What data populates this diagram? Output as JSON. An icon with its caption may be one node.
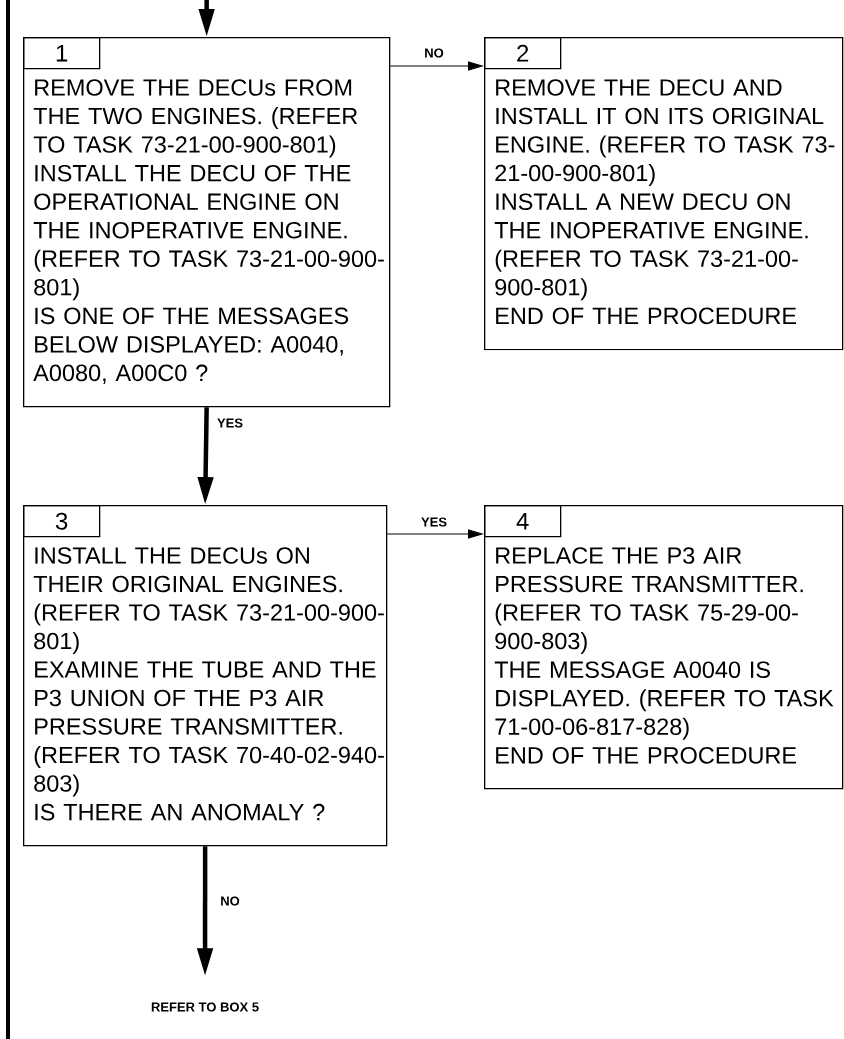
{
  "diagram": {
    "nodes": [
      {
        "text": [
          "REMOVE THE DECUs FROM THE TWO ENGINES. (REFER TO TASK 73-21-00-900-801)",
          "INSTALL THE DECU OF THE OPERATIONAL ENGINE ON THE INOPERATIVE ENGINE. (REFER TO TASK 73-21-00-900-801)",
          "IS ONE OF THE MESSAGES BELOW DISPLAYED: A0040, A0080, A00C0 ?"
        ]
      },
      {
        "text": [
          "1"
        ],
        "in": 0
      },
      {
        "text": [
          "REMOVE THE DECU AND INSTALL IT ON ITS ORIGINAL ENGINE. (REFER TO TASK 73-21-00-900-801)",
          "INSTALL A NEW DECU ON THE INOPERATIVE ENGINE. (REFER TO TASK 73-21-00-900-801)",
          "END OF THE PROCEDURE"
        ]
      },
      {
        "text": [
          "2"
        ],
        "in": 2
      },
      {
        "text": [
          "INSTALL THE DECUs ON THEIR ORIGINAL ENGINES. (REFER TO TASK 73-21-00-900-801)",
          "EXAMINE THE TUBE AND THE P3 UNION OF THE P3 AIR PRESSURE TRANSMITTER. (REFER TO TASK 70-40-02-940-803)",
          "IS THERE AN ANOMALY ?"
        ]
      },
      {
        "text": [
          "3"
        ],
        "in": 4
      },
      {
        "text": [
          "REPLACE THE P3 AIR PRESSURE TRANSMITTER. (REFER TO TASK 75-29-00-900-803)",
          "THE MESSAGE A0040 IS DISPLAYED. (REFER TO TASK 71-00-06-817-828)",
          "END OF THE PROCEDURE"
        ]
      },
      {
        "text": [
          "4"
        ],
        "in": 6
      },
      {
        "text": [
          "REFER TO BOX 5"
        ]
      }
    ],
    "edges": [
      {
        "from": null,
        "to": 0,
        "arrow": "to"
      },
      {
        "from": 0,
        "to": 2,
        "arrow": "to",
        "label": "NO"
      },
      {
        "from": 0,
        "to": 4,
        "arrow": "to",
        "label": "YES"
      },
      {
        "from": 4,
        "to": 6,
        "arrow": "to",
        "label": "YES"
      },
      {
        "from": 4,
        "to": 8,
        "arrow": "to",
        "label": "NO"
      }
    ]
  }
}
